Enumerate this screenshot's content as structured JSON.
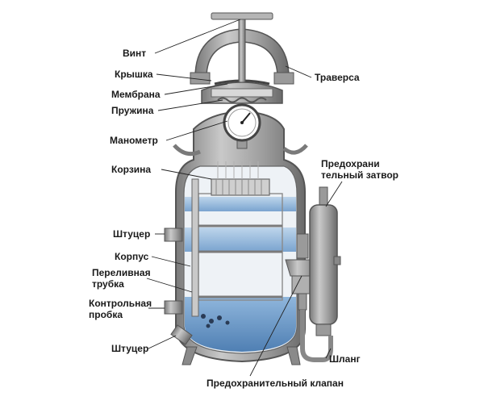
{
  "labels": {
    "vint": "Винт",
    "kryshka": "Крышка",
    "membrana": "Мембрана",
    "pruzhina": "Пружина",
    "manometr": "Манометр",
    "korzina": "Корзина",
    "shtutser_top": "Штуцер",
    "korpus": "Корпус",
    "perelivnaya_1": "Переливная",
    "perelivnaya_2": "трубка",
    "kontrolnaya_1": "Контрольная",
    "kontrolnaya_2": "пробка",
    "shtutser_bottom": "Штуцер",
    "traversa": "Траверса",
    "predohr_zatvor_1": "Предохрани",
    "predohr_zatvor_2": "тельный затвор",
    "shlang": "Шланг",
    "predohr_klapan": "Предохранительный клапан"
  },
  "colors": {
    "metal": "#a8a8a8",
    "metal_dark": "#6e6e6e",
    "metal_light": "#d6d6d6",
    "water": "#5b8fc0",
    "water_light": "#a9c8e4",
    "label_line": "#222222"
  }
}
